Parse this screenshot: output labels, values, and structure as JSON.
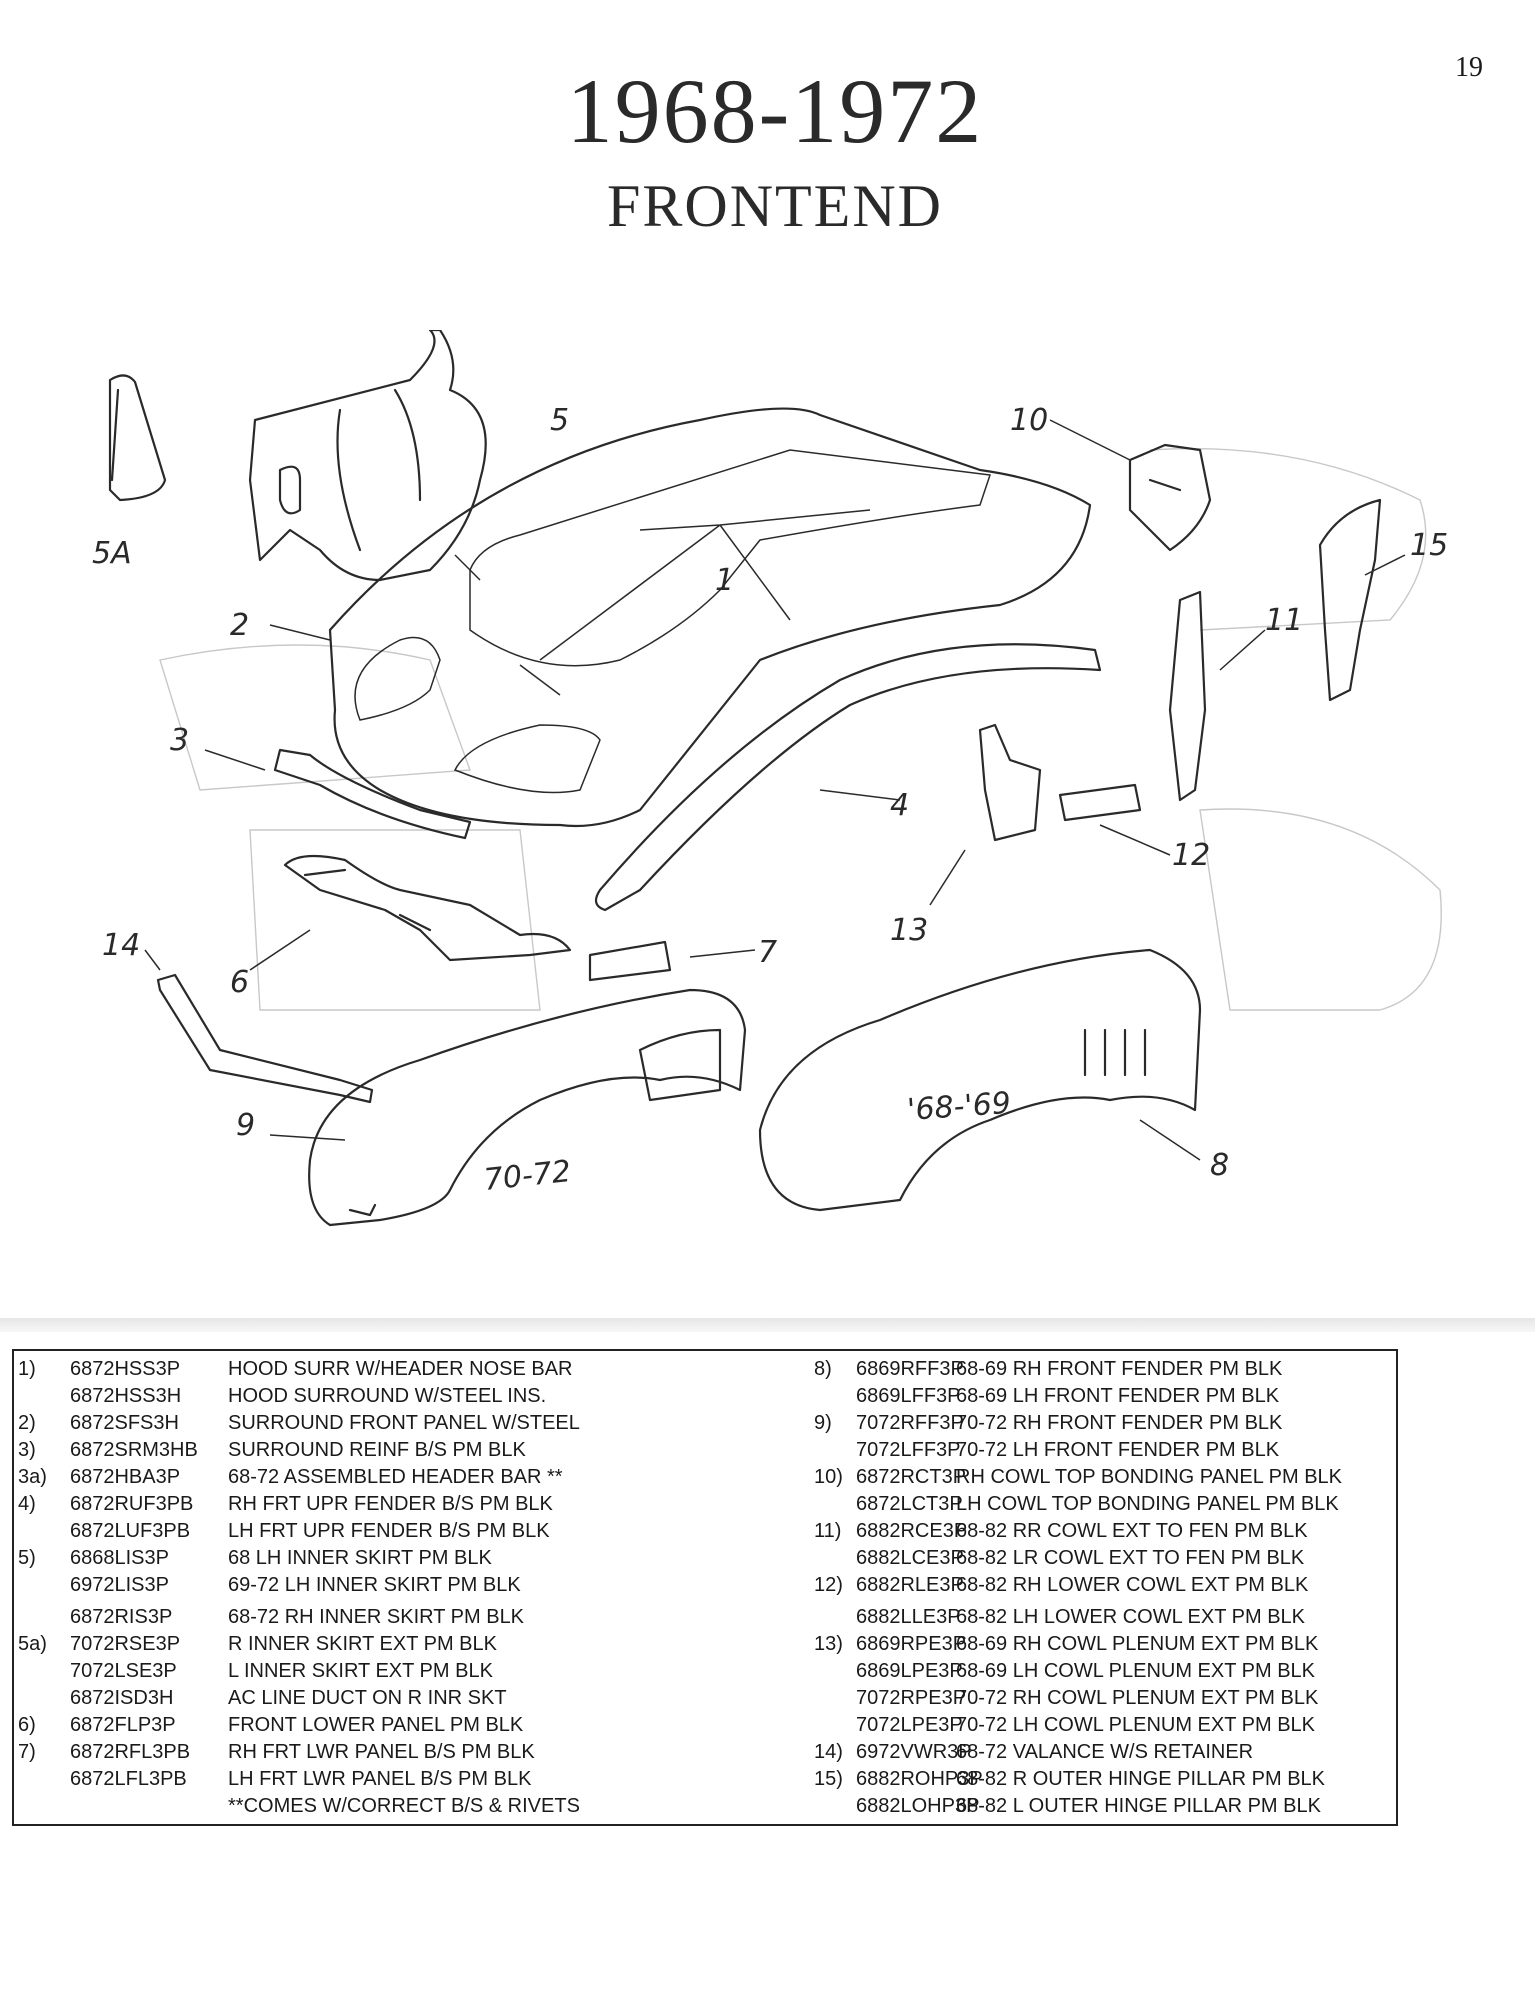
{
  "page_number": "19",
  "title_year": "1968-1972",
  "title_section": "FRONTEND",
  "diagram": {
    "callouts": [
      "1",
      "2",
      "3",
      "4",
      "5",
      "5A",
      "6",
      "7",
      "8",
      "9",
      "10",
      "11",
      "12",
      "13",
      "14",
      "15"
    ],
    "variant_labels": [
      "70-72",
      "'68-'69"
    ]
  },
  "parts": {
    "left": [
      {
        "no": "1)",
        "pn": "6872HSS3P",
        "desc": "HOOD SURR W/HEADER NOSE BAR"
      },
      {
        "no": "",
        "pn": "6872HSS3H",
        "desc": "HOOD SURROUND W/STEEL INS."
      },
      {
        "no": "2)",
        "pn": "6872SFS3H",
        "desc": "SURROUND FRONT PANEL W/STEEL"
      },
      {
        "no": "3)",
        "pn": "6872SRM3HB",
        "desc": "SURROUND REINF B/S PM BLK"
      },
      {
        "no": "3a)",
        "pn": "6872HBA3P",
        "desc": "68-72 ASSEMBLED HEADER BAR **"
      },
      {
        "no": "4)",
        "pn": "6872RUF3PB",
        "desc": "RH FRT UPR FENDER B/S PM BLK"
      },
      {
        "no": "",
        "pn": "6872LUF3PB",
        "desc": "LH FRT UPR FENDER B/S PM BLK"
      },
      {
        "no": "5)",
        "pn": "6868LIS3P",
        "desc": "68 LH INNER SKIRT PM BLK"
      },
      {
        "no": "",
        "pn": "6972LIS3P",
        "desc": "69-72 LH INNER SKIRT PM BLK"
      },
      {
        "no": "",
        "pn": "6872RIS3P",
        "desc": "68-72 RH INNER SKIRT PM BLK"
      },
      {
        "no": "5a)",
        "pn": "7072RSE3P",
        "desc": "R INNER SKIRT EXT PM BLK"
      },
      {
        "no": "",
        "pn": "7072LSE3P",
        "desc": "L INNER SKIRT EXT PM BLK"
      },
      {
        "no": "",
        "pn": "6872ISD3H",
        "desc": "AC LINE DUCT ON R INR SKT"
      },
      {
        "no": "6)",
        "pn": "6872FLP3P",
        "desc": "FRONT LOWER PANEL PM BLK"
      },
      {
        "no": "7)",
        "pn": "6872RFL3PB",
        "desc": "RH FRT LWR PANEL B/S PM BLK"
      },
      {
        "no": "",
        "pn": "6872LFL3PB",
        "desc": "LH FRT LWR PANEL B/S PM BLK"
      },
      {
        "no": "",
        "pn": "",
        "desc": "**COMES W/CORRECT B/S & RIVETS"
      }
    ],
    "right": [
      {
        "no": "8)",
        "pn": "6869RFF3P",
        "desc": "68-69 RH FRONT FENDER PM BLK"
      },
      {
        "no": "",
        "pn": "6869LFF3P",
        "desc": "68-69 LH FRONT FENDER PM BLK"
      },
      {
        "no": "9)",
        "pn": "7072RFF3P",
        "desc": "70-72 RH FRONT FENDER PM BLK"
      },
      {
        "no": "",
        "pn": "7072LFF3P",
        "desc": "70-72 LH FRONT FENDER PM BLK"
      },
      {
        "no": "10)",
        "pn": "6872RCT3P",
        "desc": "RH COWL TOP BONDING PANEL PM BLK"
      },
      {
        "no": "",
        "pn": "6872LCT3P",
        "desc": "LH COWL TOP BONDING PANEL PM BLK"
      },
      {
        "no": "11)",
        "pn": "6882RCE3P",
        "desc": "68-82 RR COWL EXT TO FEN PM BLK"
      },
      {
        "no": "",
        "pn": "6882LCE3P",
        "desc": "68-82 LR COWL EXT TO FEN PM BLK"
      },
      {
        "no": "12)",
        "pn": "6882RLE3P",
        "desc": "68-82 RH LOWER COWL EXT PM BLK"
      },
      {
        "no": "",
        "pn": "6882LLE3P",
        "desc": "68-82 LH LOWER COWL EXT PM BLK"
      },
      {
        "no": "13)",
        "pn": "6869RPE3P",
        "desc": "68-69 RH COWL PLENUM EXT PM BLK"
      },
      {
        "no": "",
        "pn": "6869LPE3P",
        "desc": "68-69 LH COWL PLENUM EXT PM BLK"
      },
      {
        "no": "",
        "pn": "7072RPE3P",
        "desc": "70-72 RH COWL PLENUM EXT PM BLK"
      },
      {
        "no": "",
        "pn": "7072LPE3P",
        "desc": "70-72 LH COWL PLENUM EXT PM BLK"
      },
      {
        "no": "14)",
        "pn": "6972VWR3P",
        "desc": "68-72 VALANCE W/S RETAINER"
      },
      {
        "no": "15)",
        "pn": "6882ROHP3P",
        "desc": "68-82 R OUTER HINGE PILLAR PM BLK"
      },
      {
        "no": "",
        "pn": "6882LOHP3P",
        "desc": "68-82 L OUTER HINGE PILLAR PM BLK"
      }
    ]
  }
}
